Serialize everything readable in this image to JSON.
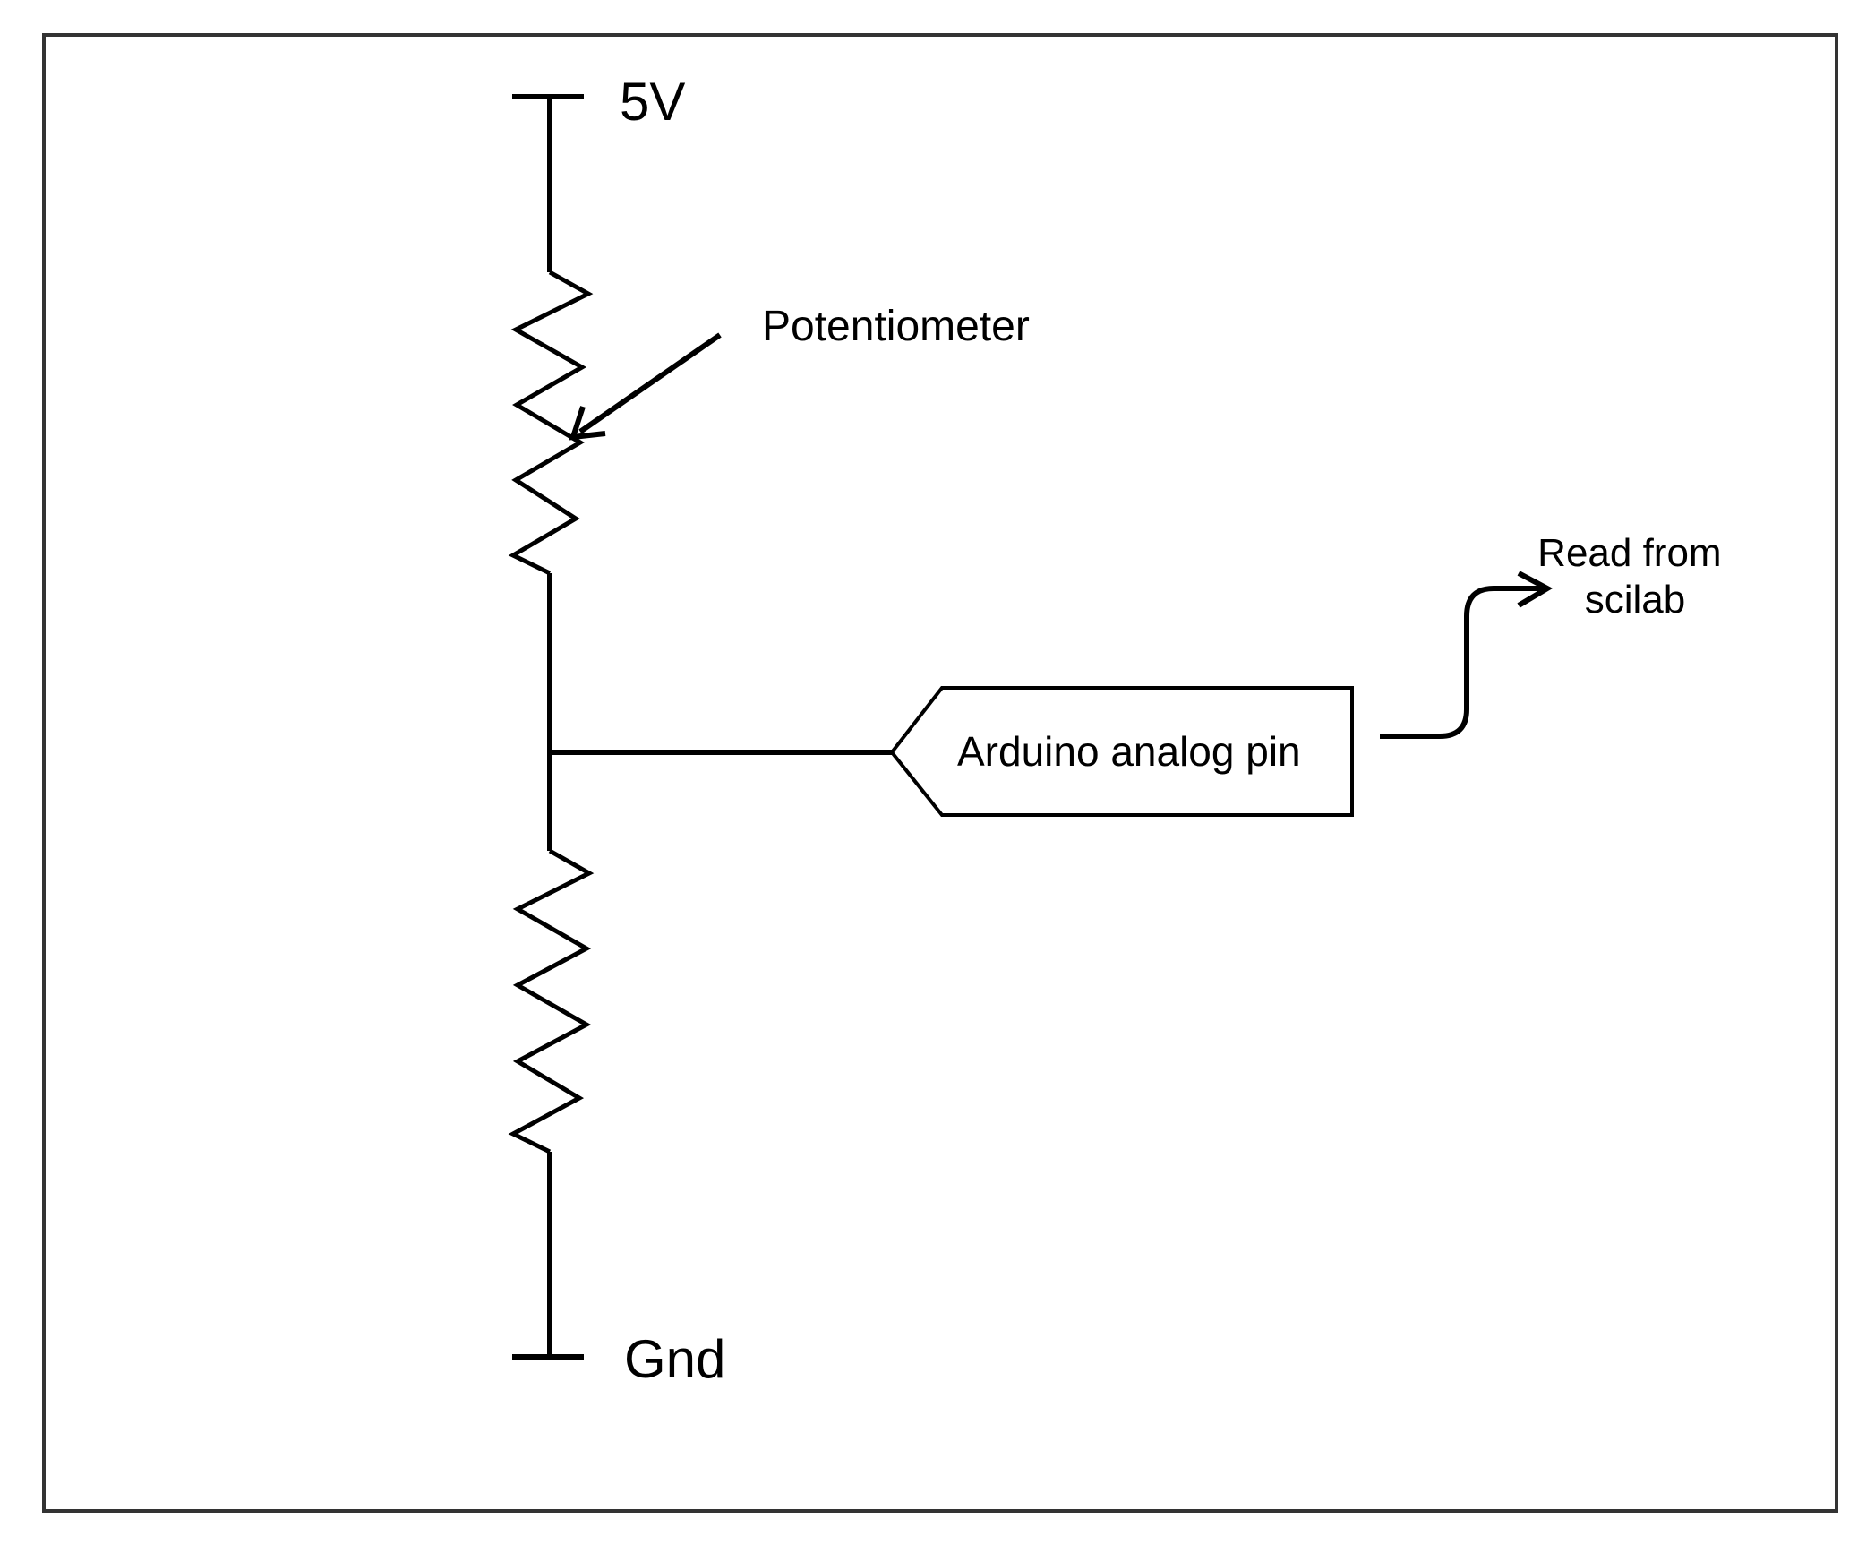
{
  "labels": {
    "supply": "5V",
    "ground": "Gnd",
    "potentiometer": "Potentiometer",
    "analog_pin": "Arduino analog pin",
    "read_line1": "Read from",
    "read_line2": "scilab"
  },
  "colors": {
    "stroke": "#000000",
    "frame": "#333333",
    "background": "#ffffff"
  }
}
